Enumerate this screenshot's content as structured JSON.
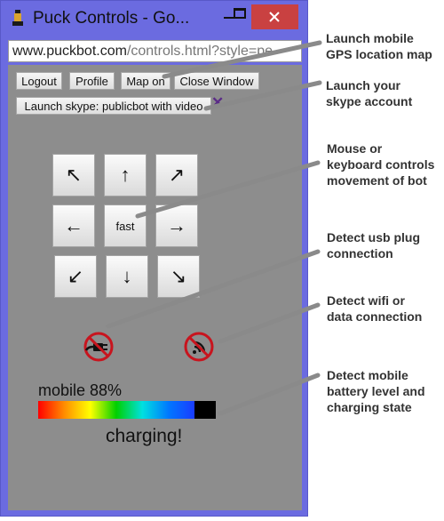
{
  "window": {
    "title": "Puck Controls - Go...",
    "url_domain": "www.puckbot.com",
    "url_path": "/controls.html?style=pe"
  },
  "buttons": {
    "logout": "Logout",
    "profile": "Profile",
    "map_on": "Map on",
    "close_window": "Close Window",
    "launch_skype": "Launch skype: publicbot with video",
    "dismiss": "✕"
  },
  "direction_pad": {
    "up_left": "↖",
    "up": "↑",
    "up_right": "↗",
    "left": "←",
    "center": "fast",
    "right": "→",
    "down_left": "↙",
    "down": "↓",
    "down_right": "↘"
  },
  "status": {
    "usb_icon": "no-usb-plug-icon",
    "wifi_icon": "no-wifi-icon",
    "battery_label": "mobile 88%",
    "battery_level": 0.88,
    "charging_text": "charging!"
  },
  "annotations": [
    "Launch mobile\nGPS location map",
    "Launch your\nskype account",
    "Mouse or\nkeyboard controls\nmovement of bot",
    "Detect usb plug\nconnection",
    "Detect wifi or\ndata connection",
    "Detect mobile\nbattery level and\ncharging state"
  ],
  "colors": {
    "window_frame": "#6b6be0",
    "page_background": "#8d8d8d",
    "close_button": "#c94141",
    "callout_line": "#8a8a8a",
    "prohibit_red": "#c8141e"
  }
}
